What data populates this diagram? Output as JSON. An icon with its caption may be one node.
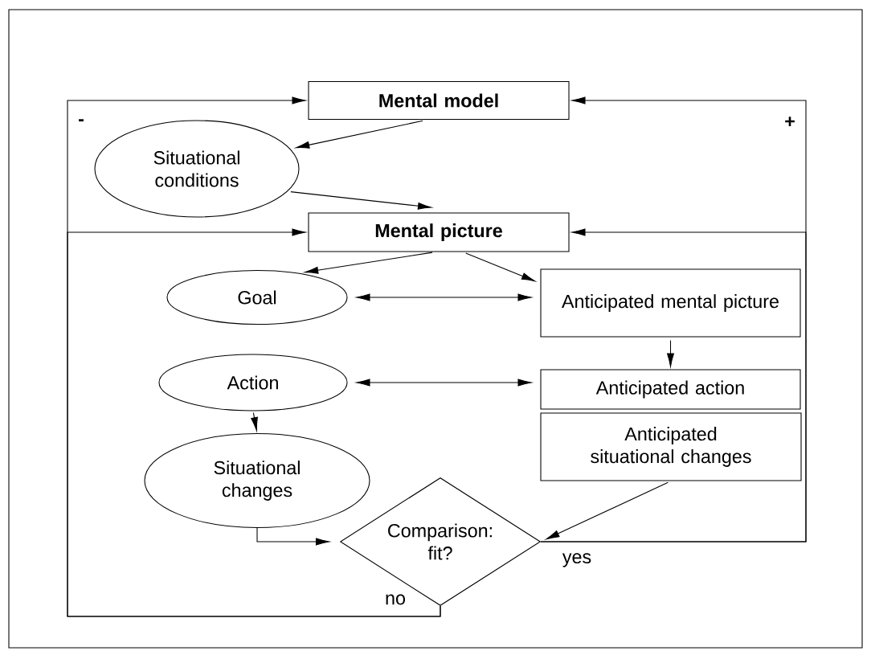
{
  "diagram": {
    "nodes": [
      {
        "text": [
          "Mental model"
        ]
      },
      {
        "text": [
          "Situational conditions"
        ]
      },
      {
        "text": [
          "Mental picture"
        ]
      },
      {
        "text": [
          "Goal"
        ]
      },
      {
        "text": [
          "Anticipated mental picture"
        ]
      },
      {
        "text": [
          "Action"
        ]
      },
      {
        "text": [
          "Anticipated action"
        ]
      },
      {
        "text": [
          "Anticipated situational changes"
        ]
      },
      {
        "text": [
          "Situational changes"
        ]
      },
      {
        "text": [
          "Comparison: fit?"
        ]
      }
    ],
    "edges": [
      {
        "from": 0,
        "to": 1,
        "arrow": "to"
      },
      {
        "from": 1,
        "to": 2,
        "arrow": "to"
      },
      {
        "from": 2,
        "to": 3,
        "arrow": "to"
      },
      {
        "from": 2,
        "to": 4,
        "arrow": "to"
      },
      {
        "from": 3,
        "to": 4,
        "arrow": "both"
      },
      {
        "from": 4,
        "to": 6,
        "arrow": "to"
      },
      {
        "from": 5,
        "to": 6,
        "arrow": "both"
      },
      {
        "from": 5,
        "to": 8,
        "arrow": "to"
      },
      {
        "from": 8,
        "to": 9,
        "arrow": "to"
      },
      {
        "from": 7,
        "to": 9,
        "arrow": "to"
      },
      {
        "from": 9,
        "to": 0,
        "arrow": "to",
        "label": "yes"
      },
      {
        "from": 9,
        "to": 2,
        "arrow": "to"
      },
      {
        "from": 9,
        "to": 0,
        "arrow": "to",
        "label": "no"
      },
      {
        "from": 9,
        "to": 2,
        "arrow": "to"
      }
    ],
    "labels": [
      "-",
      "+"
    ]
  }
}
